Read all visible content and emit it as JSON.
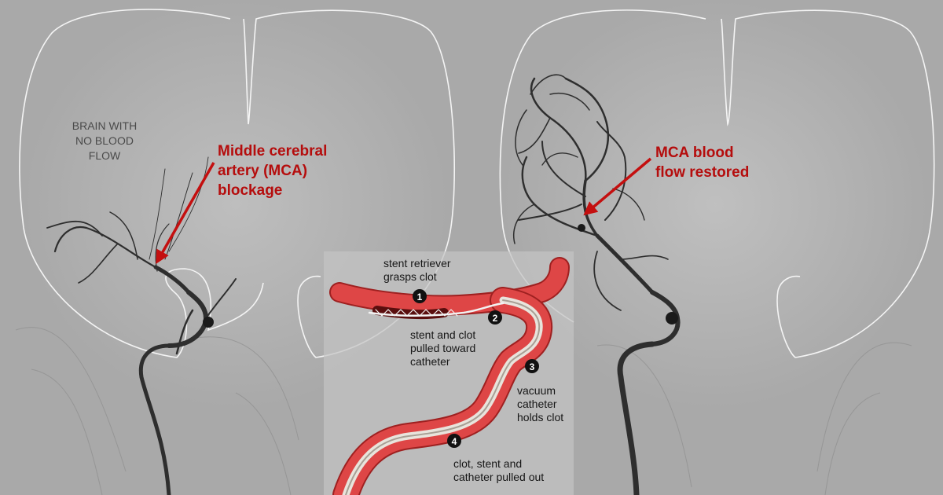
{
  "left_panel": {
    "region_label": "BRAIN WITH\nNO BLOOD\nFLOW",
    "callout": "Middle cerebral\nartery (MCA)\nblockage"
  },
  "right_panel": {
    "callout": "MCA blood\nflow restored"
  },
  "procedure": {
    "steps": [
      {
        "number": "1",
        "text": "stent retriever\ngrasps clot"
      },
      {
        "number": "2",
        "text": "stent and clot\npulled toward\ncatheter"
      },
      {
        "number": "3",
        "text": "vacuum\ncatheter\nholds clot"
      },
      {
        "number": "4",
        "text": "clot, stent and\ncatheter pulled out"
      }
    ]
  },
  "colors": {
    "background": "#a9a9a9",
    "annotation_red": "#b50d0d",
    "artery_red": "#de4646",
    "inset_panel": "#c3c3c3",
    "vessel_dark": "#2e2e2e"
  }
}
